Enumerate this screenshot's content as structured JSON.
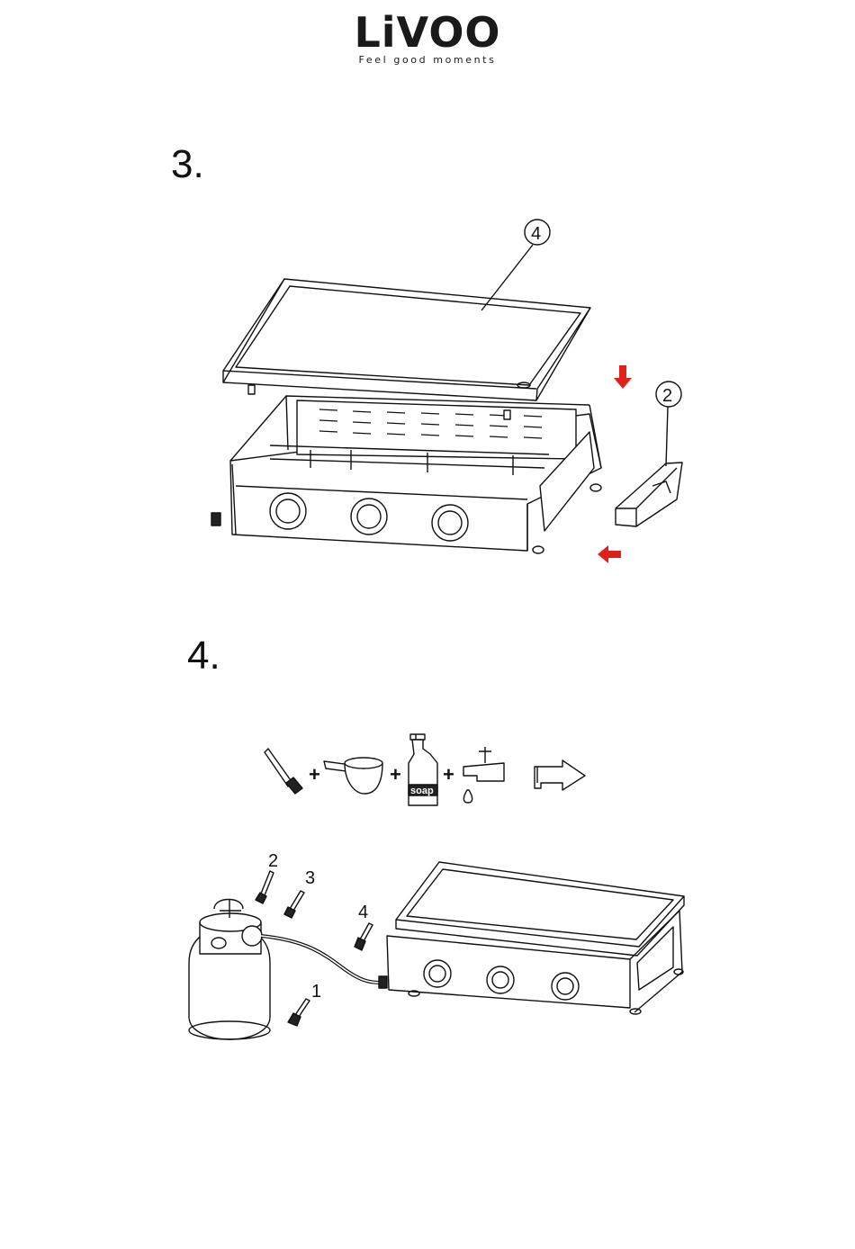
{
  "header": {
    "brand": "LiVOO",
    "tagline": "Feel good moments"
  },
  "steps": [
    {
      "number": "3.",
      "callouts": [
        "4",
        "2"
      ],
      "arrow_color": "#e0201b"
    },
    {
      "number": "4.",
      "tools": [
        "brush-icon",
        "bowl-icon",
        "soap-bottle-icon",
        "water-tap-icon"
      ],
      "soap_label": "soap",
      "plus_sign": "+",
      "check_points": [
        "2",
        "3",
        "4",
        "1"
      ]
    }
  ]
}
